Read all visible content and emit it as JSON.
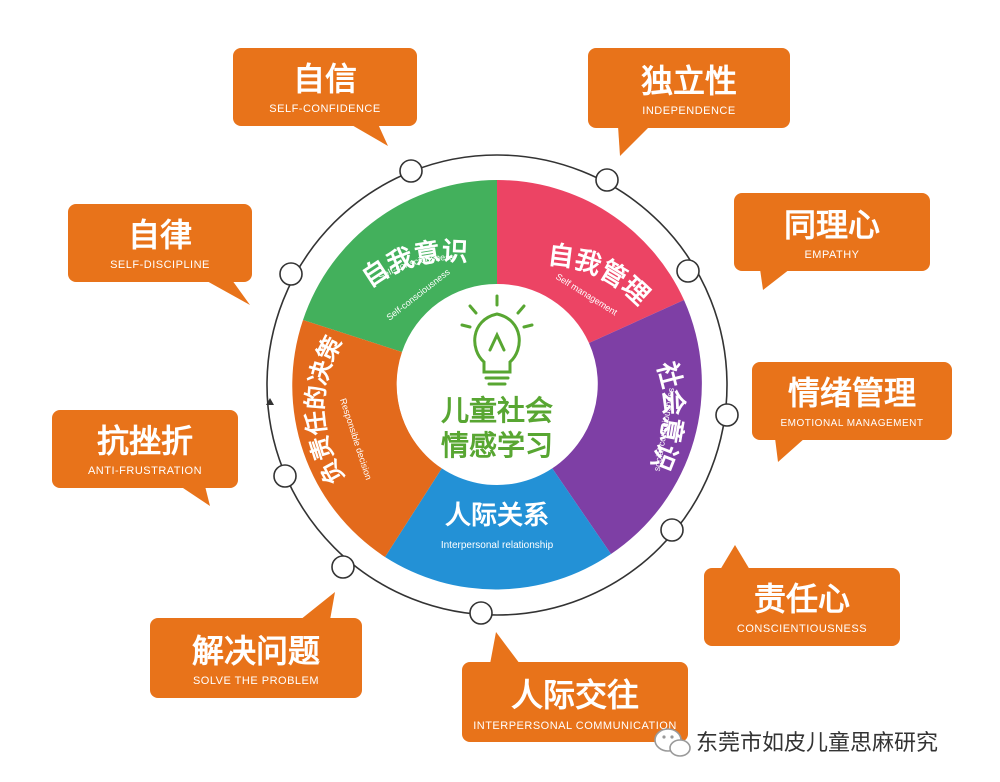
{
  "colors": {
    "bubble": "#e8731a",
    "self_awareness": "#43b05c",
    "self_management": "#ec4464",
    "social_awareness": "#7e3fa5",
    "relationship": "#2391d6",
    "responsible_decision": "#e36a1c",
    "center_text": "#58a632",
    "ring": "#333333"
  },
  "center": {
    "icon": "lightbulb-icon",
    "line1": "儿童社会",
    "line2": "情感学习"
  },
  "segments": {
    "self_awareness": {
      "cn": "自我意识",
      "en": "Self-consciousness"
    },
    "self_management": {
      "cn": "自我管理",
      "en": "Self management"
    },
    "social_awareness": {
      "cn": "社会意识",
      "en": "social consciousness"
    },
    "relationship": {
      "cn": "人际关系",
      "en": "Interpersonal relationship"
    },
    "responsible_decision": {
      "cn": "负责任的决策",
      "en": "Responsible decision"
    }
  },
  "bubbles": {
    "self_confidence": {
      "cn": "自信",
      "en": "SELF-CONFIDENCE"
    },
    "independence": {
      "cn": "独立性",
      "en": "INDEPENDENCE"
    },
    "self_discipline": {
      "cn": "自律",
      "en": "SELF-DISCIPLINE"
    },
    "empathy": {
      "cn": "同理心",
      "en": "EMPATHY"
    },
    "emotional_management": {
      "cn": "情绪管理",
      "en": "EMOTIONAL MANAGEMENT"
    },
    "anti_frustration": {
      "cn": "抗挫折",
      "en": "ANTI-FRUSTRATION"
    },
    "conscientiousness": {
      "cn": "责任心",
      "en": "CONSCIENTIOUSNESS"
    },
    "solve_problem": {
      "cn": "解决问题",
      "en": "SOLVE THE PROBLEM"
    },
    "interpersonal_communication": {
      "cn": "人际交往",
      "en": "INTERPERSONAL COMMUNICATION"
    }
  },
  "watermark": {
    "icon": "wechat-icon",
    "text": "东莞市如皮儿童思麻研究"
  }
}
